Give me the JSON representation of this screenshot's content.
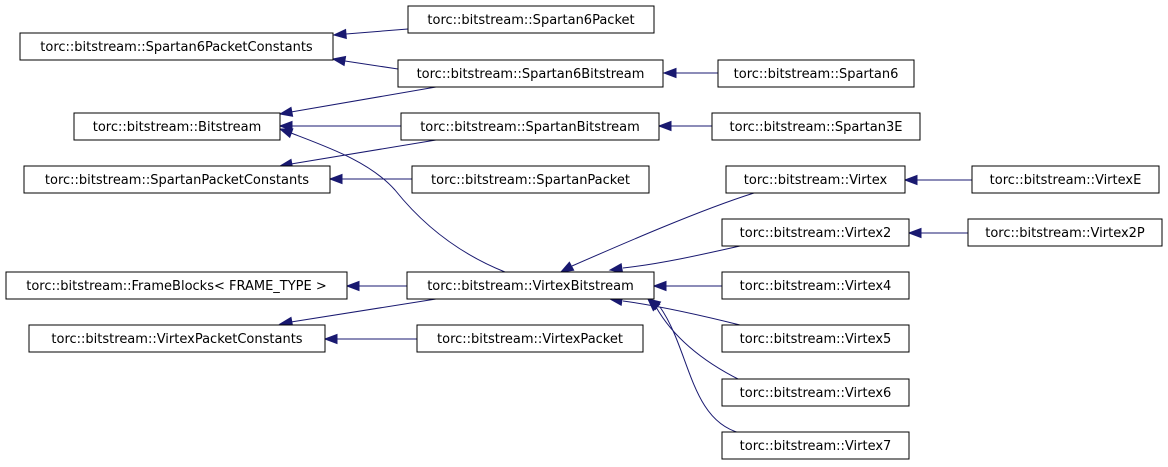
{
  "nodes": {
    "spartan6packet": "torc::bitstream::Spartan6Packet",
    "spartan6packetconstants": "torc::bitstream::Spartan6PacketConstants",
    "spartan6bitstream": "torc::bitstream::Spartan6Bitstream",
    "spartan6": "torc::bitstream::Spartan6",
    "bitstream": "torc::bitstream::Bitstream",
    "spartanbitstream": "torc::bitstream::SpartanBitstream",
    "spartan3e": "torc::bitstream::Spartan3E",
    "spartanpacketconstants": "torc::bitstream::SpartanPacketConstants",
    "spartanpacket": "torc::bitstream::SpartanPacket",
    "virtex": "torc::bitstream::Virtex",
    "virtexe": "torc::bitstream::VirtexE",
    "virtex2": "torc::bitstream::Virtex2",
    "virtex2p": "torc::bitstream::Virtex2P",
    "frameblocks": "torc::bitstream::FrameBlocks< FRAME_TYPE >",
    "virtexbitstream": "torc::bitstream::VirtexBitstream",
    "virtex4": "torc::bitstream::Virtex4",
    "virtexpacketconstants": "torc::bitstream::VirtexPacketConstants",
    "virtexpacket": "torc::bitstream::VirtexPacket",
    "virtex5": "torc::bitstream::Virtex5",
    "virtex6": "torc::bitstream::Virtex6",
    "virtex7": "torc::bitstream::Virtex7"
  },
  "edges": [
    {
      "from": "spartan6packet",
      "to": "spartan6packetconstants"
    },
    {
      "from": "spartan6bitstream",
      "to": "spartan6packetconstants"
    },
    {
      "from": "spartan6bitstream",
      "to": "bitstream"
    },
    {
      "from": "spartan6",
      "to": "spartan6bitstream"
    },
    {
      "from": "spartanbitstream",
      "to": "bitstream"
    },
    {
      "from": "spartanbitstream",
      "to": "spartanpacketconstants"
    },
    {
      "from": "spartan3e",
      "to": "spartanbitstream"
    },
    {
      "from": "spartanpacket",
      "to": "spartanpacketconstants"
    },
    {
      "from": "virtexbitstream",
      "to": "bitstream"
    },
    {
      "from": "virtexbitstream",
      "to": "frameblocks"
    },
    {
      "from": "virtexbitstream",
      "to": "virtexpacketconstants"
    },
    {
      "from": "virtexpacket",
      "to": "virtexpacketconstants"
    },
    {
      "from": "virtexe",
      "to": "virtex"
    },
    {
      "from": "virtex2p",
      "to": "virtex2"
    },
    {
      "from": "virtex",
      "to": "virtexbitstream"
    },
    {
      "from": "virtex2",
      "to": "virtexbitstream"
    },
    {
      "from": "virtex4",
      "to": "virtexbitstream"
    },
    {
      "from": "virtex5",
      "to": "virtexbitstream"
    },
    {
      "from": "virtex6",
      "to": "virtexbitstream"
    },
    {
      "from": "virtex7",
      "to": "virtexbitstream"
    }
  ]
}
